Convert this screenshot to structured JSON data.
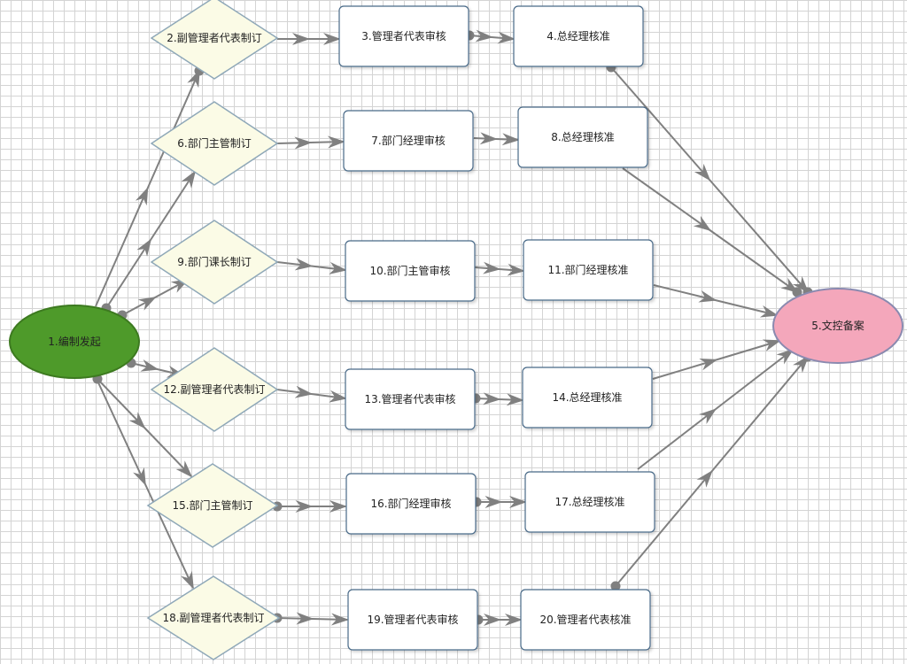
{
  "diagram": {
    "nodes": [
      {
        "id": "n1",
        "label": "1.编制发起"
      },
      {
        "id": "n2",
        "label": "2.副管理者代表制订"
      },
      {
        "id": "n3",
        "label": "3.管理者代表审核"
      },
      {
        "id": "n4",
        "label": "4.总经理核准"
      },
      {
        "id": "n5",
        "label": "5.文控备案"
      },
      {
        "id": "n6",
        "label": "6.部门主管制订"
      },
      {
        "id": "n7",
        "label": "7.部门经理审核"
      },
      {
        "id": "n8",
        "label": "8.总经理核准"
      },
      {
        "id": "n9",
        "label": "9.部门课长制订"
      },
      {
        "id": "n10",
        "label": "10.部门主管审核"
      },
      {
        "id": "n11",
        "label": "11.部门经理核准"
      },
      {
        "id": "n12",
        "label": "12.副管理者代表制订"
      },
      {
        "id": "n13",
        "label": "13.管理者代表审核"
      },
      {
        "id": "n14",
        "label": "14.总经理核准"
      },
      {
        "id": "n15",
        "label": "15.部门主管制订"
      },
      {
        "id": "n16",
        "label": "16.部门经理审核"
      },
      {
        "id": "n17",
        "label": "17.总经理核准"
      },
      {
        "id": "n18",
        "label": "18.副管理者代表制订"
      },
      {
        "id": "n19",
        "label": "19.管理者代表审核"
      },
      {
        "id": "n20",
        "label": "20.管理者代表核准"
      }
    ],
    "edges": [
      {
        "from": "n1",
        "to": "n2"
      },
      {
        "from": "n1",
        "to": "n6"
      },
      {
        "from": "n1",
        "to": "n9"
      },
      {
        "from": "n1",
        "to": "n12"
      },
      {
        "from": "n1",
        "to": "n15"
      },
      {
        "from": "n1",
        "to": "n18"
      },
      {
        "from": "n2",
        "to": "n3"
      },
      {
        "from": "n3",
        "to": "n4"
      },
      {
        "from": "n4",
        "to": "n5"
      },
      {
        "from": "n6",
        "to": "n7"
      },
      {
        "from": "n7",
        "to": "n8"
      },
      {
        "from": "n8",
        "to": "n5"
      },
      {
        "from": "n9",
        "to": "n10"
      },
      {
        "from": "n10",
        "to": "n11"
      },
      {
        "from": "n11",
        "to": "n5"
      },
      {
        "from": "n12",
        "to": "n13"
      },
      {
        "from": "n13",
        "to": "n14"
      },
      {
        "from": "n14",
        "to": "n5"
      },
      {
        "from": "n15",
        "to": "n16"
      },
      {
        "from": "n16",
        "to": "n17"
      },
      {
        "from": "n17",
        "to": "n5"
      },
      {
        "from": "n18",
        "to": "n19"
      },
      {
        "from": "n19",
        "to": "n20"
      },
      {
        "from": "n20",
        "to": "n5"
      }
    ],
    "colors": {
      "start_fill": "#4e9a2a",
      "start_stroke": "#3d7a20",
      "end_fill": "#f4a7bb",
      "end_stroke": "#8a8ab0",
      "decision_fill": "#fbfbe6",
      "decision_stroke": "#8fa8b8",
      "process_fill": "#ffffff",
      "process_stroke": "#4a6a88",
      "connector": "#808080"
    }
  }
}
